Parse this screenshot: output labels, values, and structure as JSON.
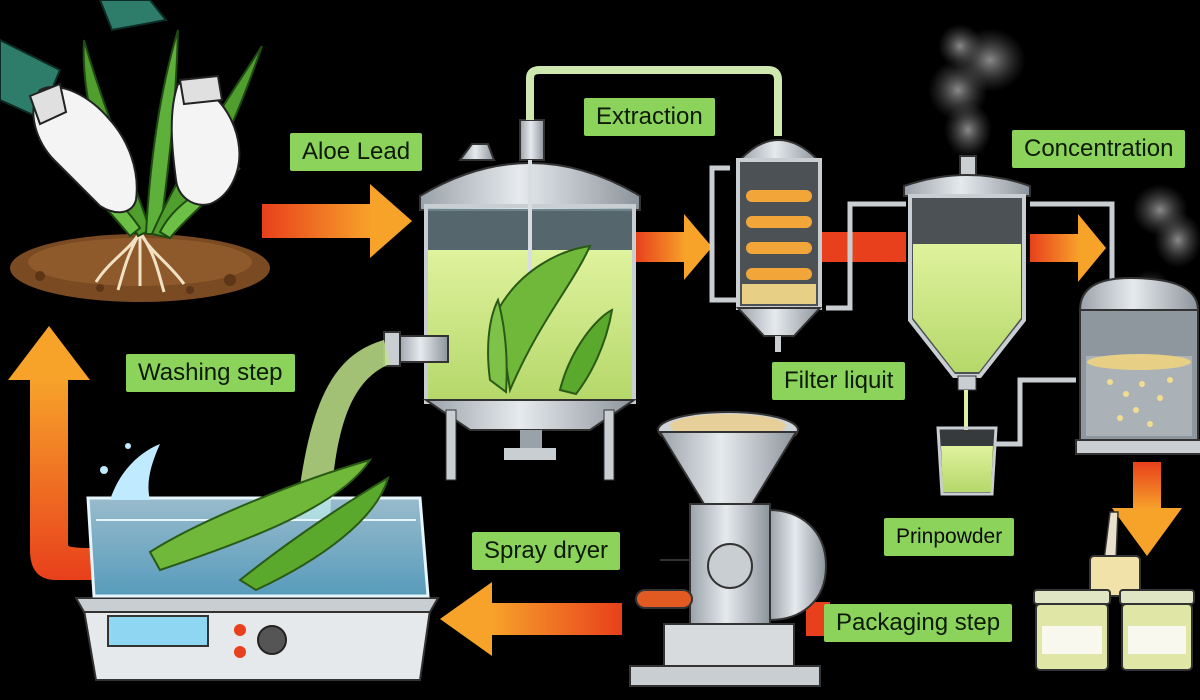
{
  "labels": {
    "aloe_lead": "Aloe Lead",
    "extraction": "Extraction",
    "concentration": "Concentration",
    "washing_step": "Washing step",
    "filter_liquit": "Filter liquit",
    "prinpowder": "Prinpowder",
    "spray_dryer": "Spray dryer",
    "packaging_step": "Packaging step"
  },
  "colors": {
    "background": "#000000",
    "label_fill": "#8bd35a",
    "arrow_red": "#e8401c",
    "arrow_orange": "#f7a32a",
    "aloe_green": "#6fb83a",
    "liquid_green": "#cbe88c",
    "steel": "#c9ced3",
    "water_blue": "#8fd6f2"
  },
  "icons": [
    "hands-harvesting-aloe-icon",
    "soil-roots-icon",
    "mixing-tank-icon",
    "filter-column-icon",
    "conical-concentrator-icon",
    "steam-icon",
    "evaporator-tank-icon",
    "beaker-icon",
    "washing-tub-icon",
    "grinder-machine-icon",
    "packaging-jars-icon",
    "process-arrow-icon"
  ]
}
